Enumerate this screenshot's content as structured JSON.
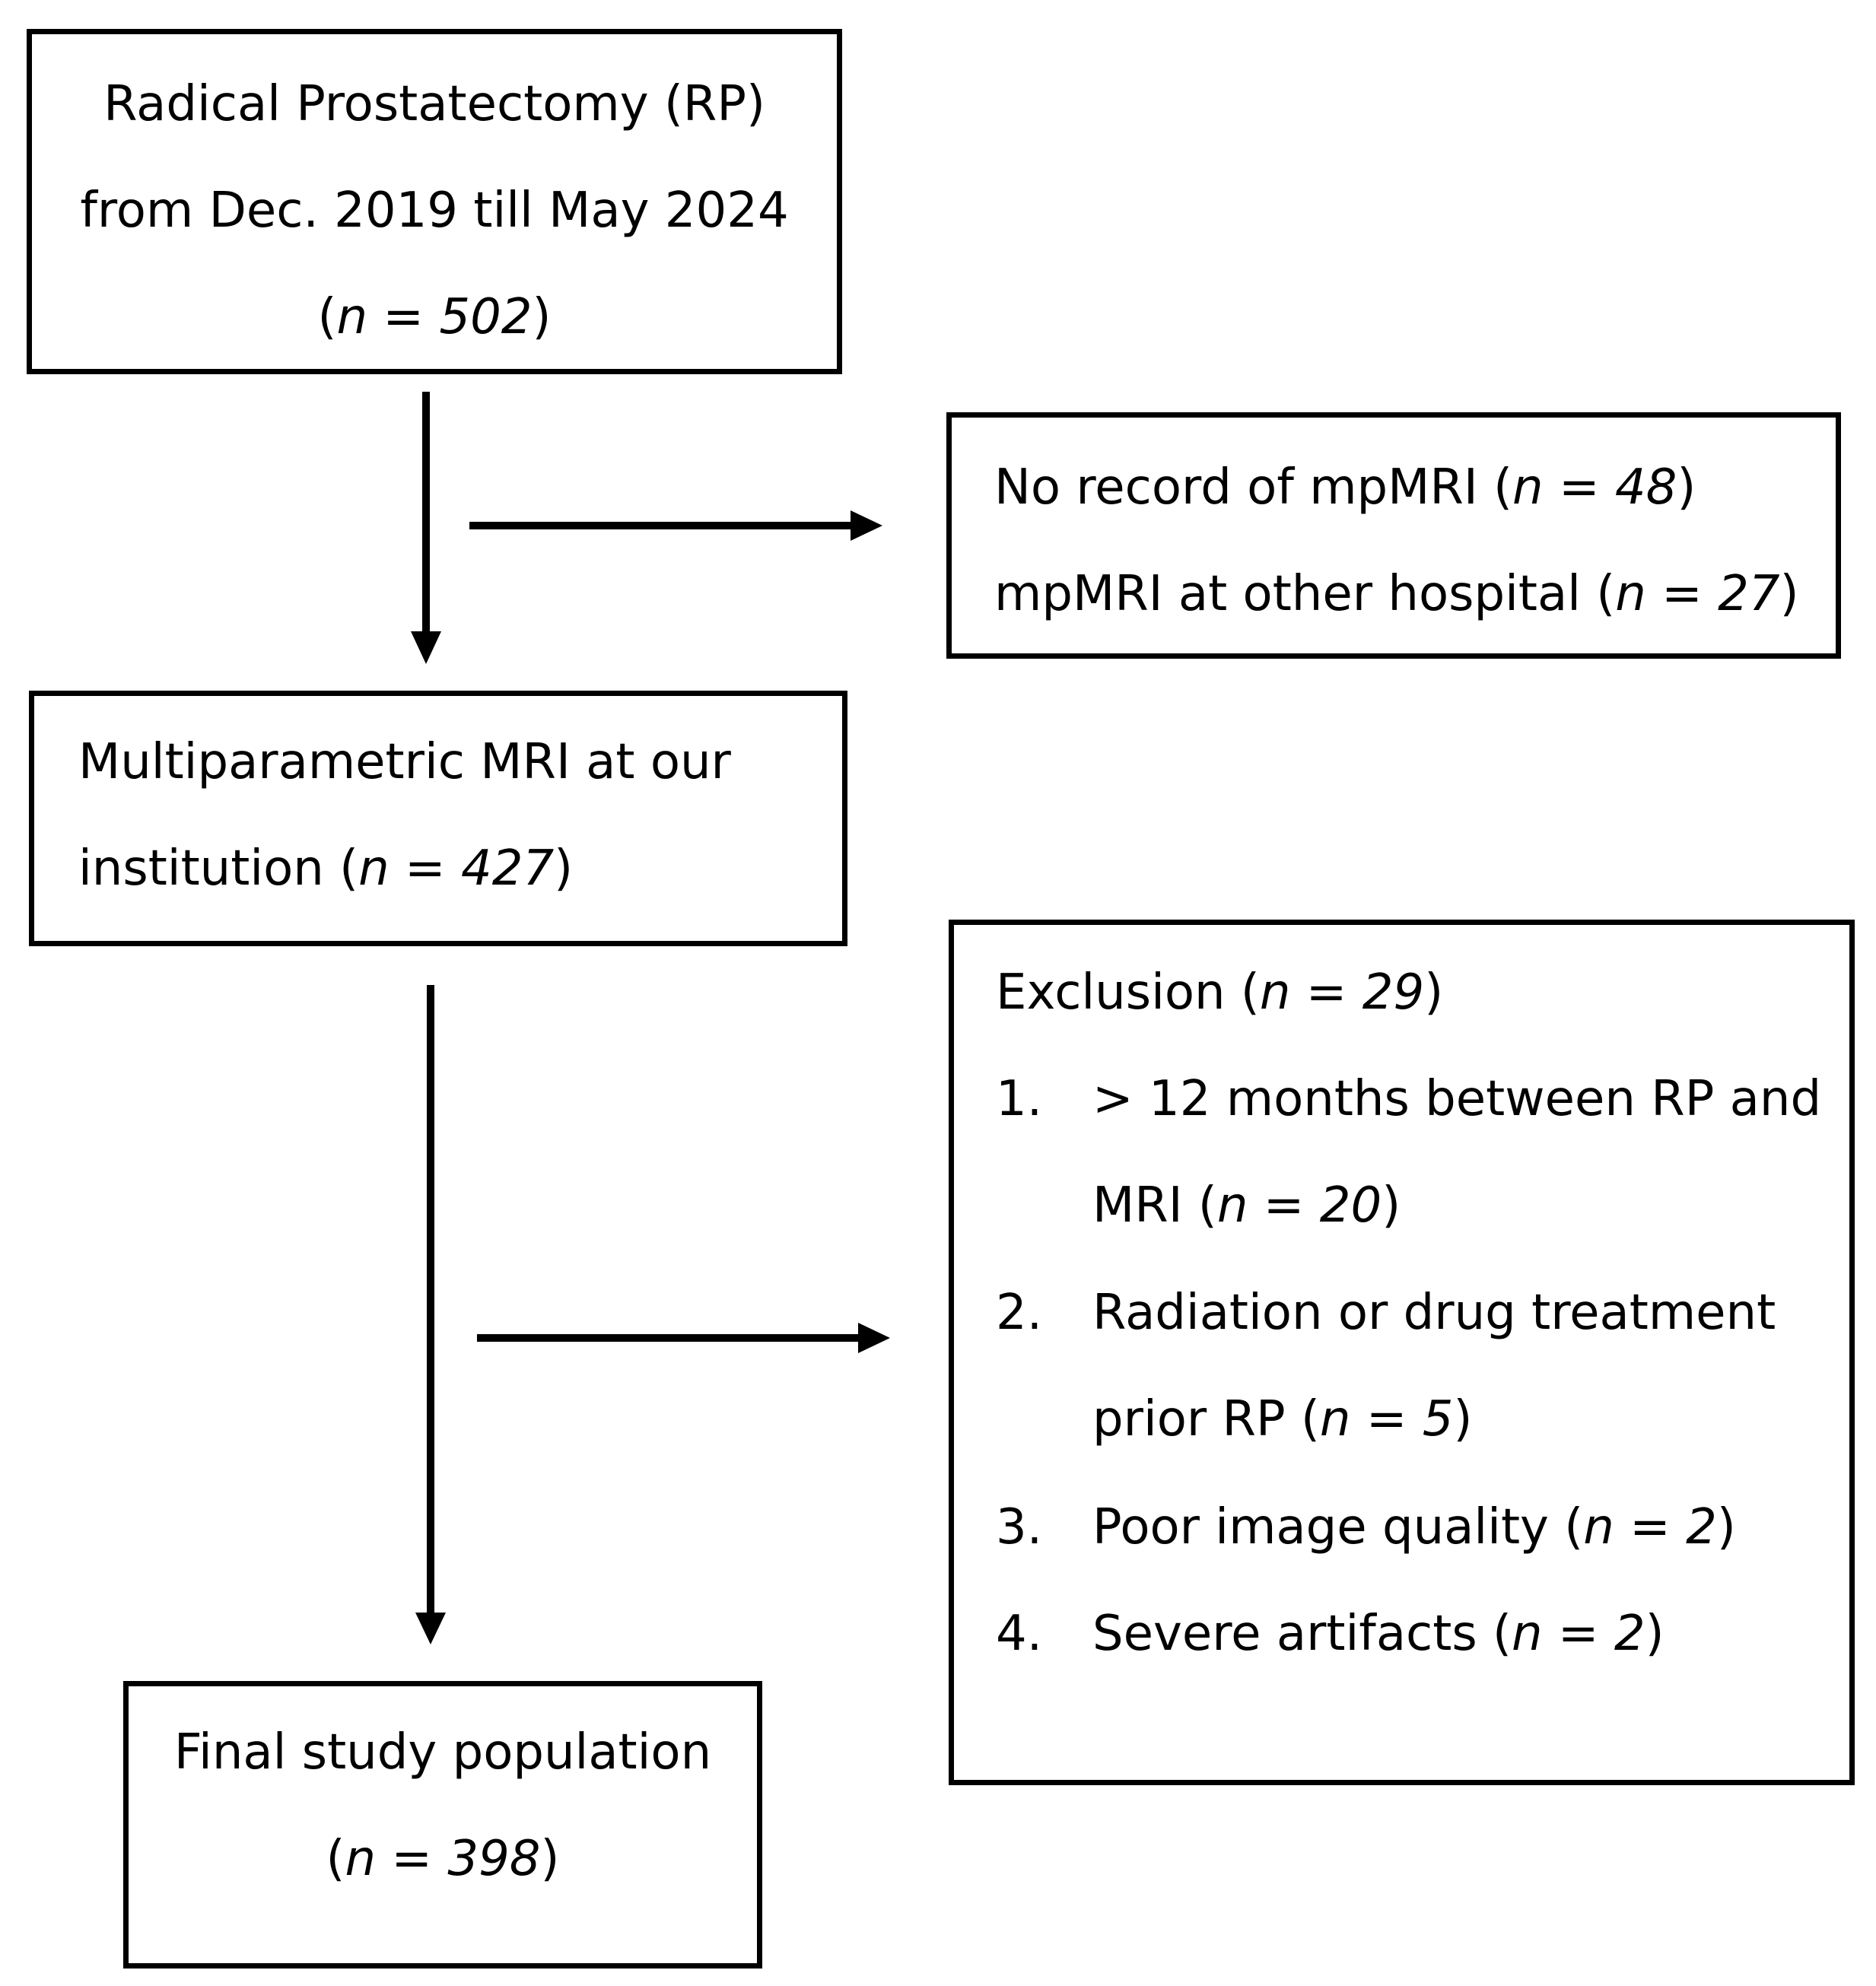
{
  "box_rp": {
    "line1": "Radical Prostatectomy  (RP)",
    "line2": "from Dec. 2019 till May 2024",
    "line3_open": "(",
    "line3_n": "n = 502",
    "line3_close": ")"
  },
  "box_excluded_mri": {
    "line1_text": "No record of mpMRI (",
    "line1_n": "n = 48",
    "line1_close": ")",
    "line2_text": "mpMRI at other hospital (",
    "line2_n": "n = 27",
    "line2_close": ")"
  },
  "box_mpmri": {
    "line1": "Multiparametric MRI at our",
    "line2_text": "institution (",
    "line2_n": "n = 427",
    "line2_close": ")"
  },
  "box_exclusion": {
    "title_text": "Exclusion (",
    "title_n": "n = 29",
    "title_close": ")",
    "items": [
      {
        "num": "1.",
        "line1": "> 12 months between RP and",
        "line2_text": "MRI (",
        "line2_n": "n = 20",
        "line2_close": ")"
      },
      {
        "num": "2.",
        "line1": "Radiation or drug treatment",
        "line2_text": "prior RP (",
        "line2_n": "n = 5",
        "line2_close": ")"
      },
      {
        "num": "3.",
        "line1_text": "Poor image quality (",
        "line1_n": "n = 2",
        "line1_close": ")"
      },
      {
        "num": "4.",
        "line1_text": "Severe artifacts (",
        "line1_n": "n = 2",
        "line1_close": ")"
      }
    ]
  },
  "box_final": {
    "line1": "Final study population",
    "line2_open": "(",
    "line2_n": "n = 398",
    "line2_close": ")"
  }
}
